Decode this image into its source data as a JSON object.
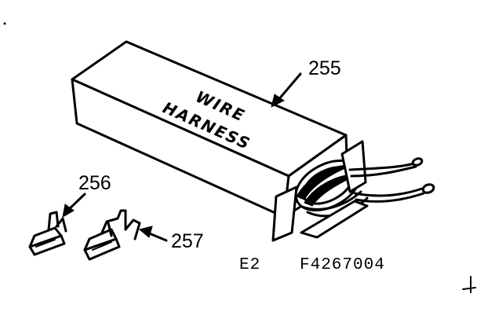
{
  "diagram": {
    "box_text_line1": "WIRE",
    "box_text_line2": "HARNESS",
    "callouts": {
      "harness": "255",
      "terminal_a": "256",
      "terminal_b": "257"
    },
    "footer": {
      "section": "E2",
      "part_number": "F4267004"
    }
  }
}
